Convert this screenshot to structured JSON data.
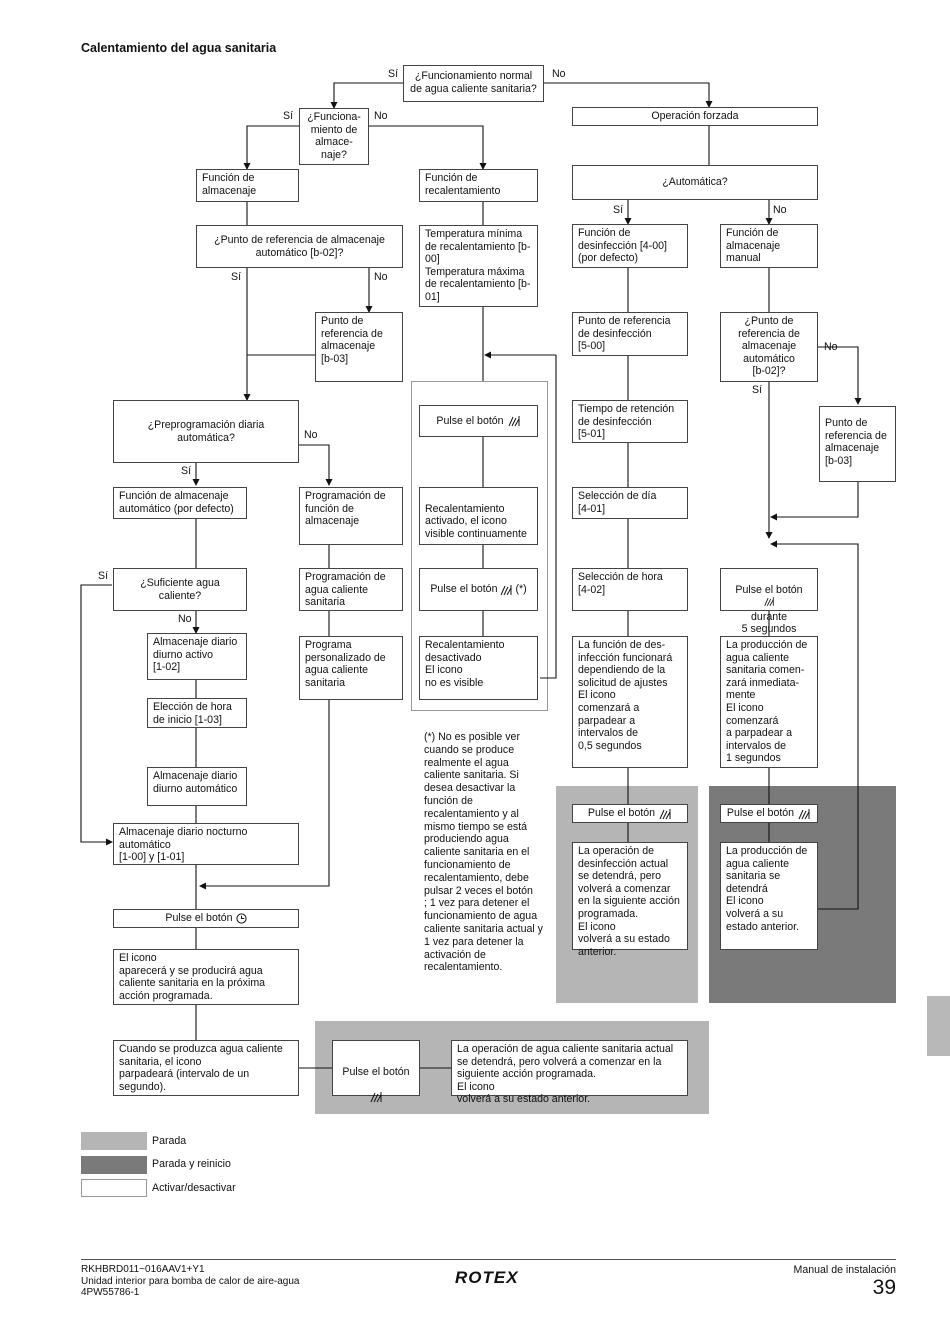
{
  "title": "Calentamiento del agua sanitaria",
  "boxes": {
    "normal": "¿Funcionamiento normal de agua caliente sanitaria?",
    "almac_q": "¿Funciona-\nmiento de\nalmace-\nnaje?",
    "forzada": "Operación forzada",
    "func_almac": "Función de\nalmacenaje",
    "func_recal": "Función de\nrecalentamiento",
    "automatica": "¿Automática?",
    "punto_ref_q": "¿Punto de referencia de almacenaje automático [b-02]?",
    "temp_recal": "Temperatura mínima de recalentamiento [b-00]\nTemperatura máxima de recalentamiento [b-01]",
    "desinf": "Función de desinfección [4-00] (por defecto)",
    "almac_manual": "Función de\nalmacenaje\nmanual",
    "punto_ref_b03": "Punto de\nreferencia de\nalmacenaje\n[b-03]",
    "punto_desinf": "Punto de referencia de desinfección\n[5-00]",
    "punto_ref_q2": "¿Punto de\nreferencia de\nalmacenaje\nautomático\n[b-02]?",
    "preprog": "¿Preprogramación diaria automática?",
    "pulse1": "Pulse el botón",
    "tiempo_ret": "Tiempo de retención de desinfección\n[5-01]",
    "punto_ref_b03b": "Punto de\nreferencia de\nalmacenaje\n[b-03]",
    "func_auto": "Función de almacenaje automático (por defecto)",
    "prog_func": "Programación de\nfunción de\nalmacenaje",
    "recal_act": "Recalentamiento activado, el icono\n visible continuamente",
    "sel_dia": "Selección de día\n[4-01]",
    "suficiente": "¿Suficiente agua caliente?",
    "prog_agua": "Programación de agua caliente sanitaria",
    "pulse2": "Pulse el botón",
    "pulse2_suffix": "(*)",
    "sel_hora": "Selección de hora\n[4-02]",
    "pulse5_a": "Pulse el botón",
    "pulse5_b": "durante\n5 segundos",
    "diurno_act": "Almacenaje diario diurno activo\n[1-02]",
    "programa": "Programa personalizado de agua caliente sanitaria",
    "recal_desact": "Recalentamiento desactivado\nEl icono\nno es visible",
    "func_desinf": "La función de des-\ninfección funcionará dependiendo de la solicitud de ajustes\nEl icono\ncomenzará a parpadear a intervalos de\n0,5 segundos",
    "produccion": "La producción de agua caliente sanitaria comen-\nzará inmediata-\nmente\nEl icono\ncomenzará\na parpadear a intervalos de\n1 segundos",
    "eleccion": "Elección de hora de inicio [1-03]",
    "diurno_auto": "Almacenaje diario diurno automático",
    "pulse3": "Pulse el botón",
    "pulse4": "Pulse el botón",
    "op_desinf": "La operación de desinfección actual se detendrá, pero volverá a comenzar en la siguiente acción programada.\nEl icono\nvolverá a su estado anterior.",
    "prod_detendra": "La producción de agua caliente sanitaria se detendrá\nEl icono\nvolverá a su estado anterior.",
    "nocturno": "Almacenaje diario nocturno automático\n[1-00] y [1-01]",
    "pulse_clock": "Pulse el botón",
    "icono_aparecera": "El icono\naparecerá y se producirá agua caliente sanitaria en la próxima acción programada.",
    "cuando": "Cuando se produzca agua caliente sanitaria, el icono\nparpadeará (intervalo de un segundo).",
    "pulse6": "Pulse el botón",
    "op_agua": "La operación de agua caliente sanitaria actual se detendrá, pero volverá a comenzar en la siguiente acción programada.\nEl icono\nvolverá a su estado anterior."
  },
  "labels": {
    "si": "Sí",
    "no": "No"
  },
  "note": "(*) No es posible ver cuando se produce realmente el agua caliente sanitaria. Si desea desactivar la función de recalentamiento y al mismo tiempo se está produciendo agua caliente sanitaria en el funcionamiento de recalentamiento, debe pulsar 2 veces el botón\n; 1 vez para detener el funcionamiento de agua caliente sanitaria actual y 1 vez para detener la activación de recalentamiento.",
  "legend": [
    {
      "label": "Parada",
      "color": "#b5b5b5"
    },
    {
      "label": "Parada y reinicio",
      "color": "#7a7a7a"
    },
    {
      "label": "Activar/desactivar",
      "color": "#ffffff"
    }
  ],
  "icons": {
    "hot_water": "hot-water-icon",
    "clock": "clock-icon"
  },
  "footer": {
    "left": "RKHBRD011~016AAV1+Y1\nUnidad interior para bomba de calor de aire-agua\n4PW55786-1",
    "logo": "ROTEX",
    "right_title": "Manual de instalación",
    "page": "39"
  },
  "colors": {
    "stop": "#b5b5b5",
    "stop_restart": "#7a7a7a",
    "line": "#111111"
  }
}
